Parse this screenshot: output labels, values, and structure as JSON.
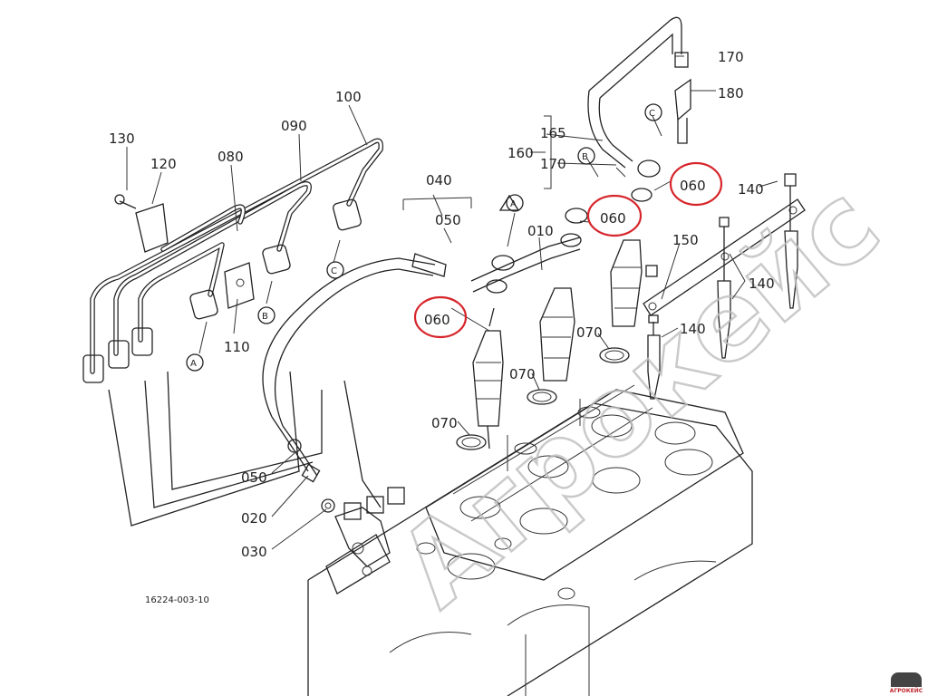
{
  "drawing_number": "16224-003-10",
  "watermark": "Агрокейс",
  "brand_mark": "АГРОКЕЙС",
  "highlight_color": "#d6262c",
  "callouts": {
    "c010": "010",
    "c020": "020",
    "c030": "030",
    "c040": "040",
    "c050a": "050",
    "c050b": "050",
    "c060a": "060",
    "c060b": "060",
    "c060c": "060",
    "c070a": "070",
    "c070b": "070",
    "c070c": "070",
    "c080": "080",
    "c090": "090",
    "c100": "100",
    "c110": "110",
    "c120": "120",
    "c130": "130",
    "c140a": "140",
    "c140b": "140",
    "c140c": "140",
    "c150": "150",
    "c160": "160",
    "c165": "165",
    "c170a": "170",
    "c170b": "170",
    "c180": "180"
  },
  "connectors": {
    "a1": "A",
    "a2": "A",
    "b1": "B",
    "b2": "B",
    "c1": "C",
    "c2": "C"
  }
}
